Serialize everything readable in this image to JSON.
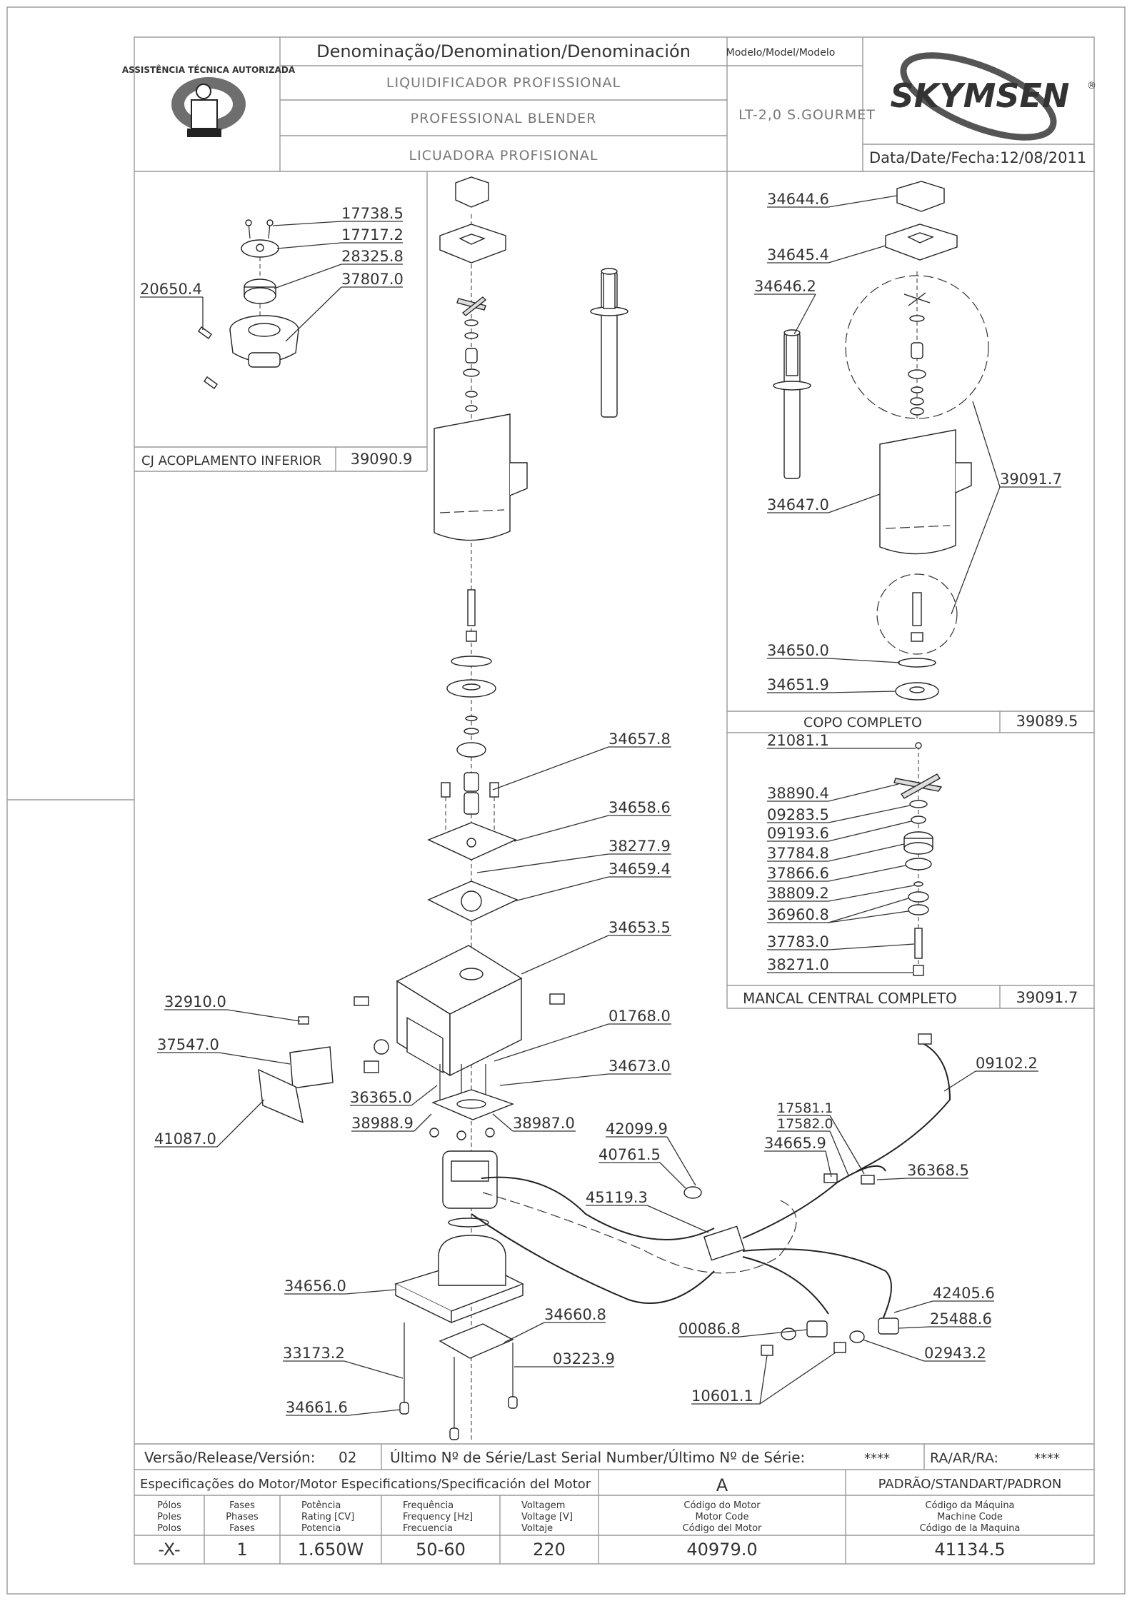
{
  "header": {
    "denomination_title": "Denominação/Denomination/Denominación",
    "name_pt": "LIQUIDIFICADOR PROFISSIONAL",
    "name_en": "PROFESSIONAL BLENDER",
    "name_es": "LICUADORA PROFISIONAL",
    "model_label": "Modelo/Model/Modelo",
    "model_value": "LT-2,0 S.GOURMET",
    "brand": "SKYMSEN",
    "brand_mark": "®",
    "date_label": "Data/Date/Fecha:",
    "date_value": "12/08/2011",
    "seal_text_top": "ASSISTÊNCIA TÉCNICA AUTORIZADA"
  },
  "lower_coupling": {
    "title": "CJ ACOPLAMENTO INFERIOR",
    "code": "39090.9",
    "parts": [
      "17738.5",
      "17717.2",
      "28325.8",
      "37807.0",
      "20650.4"
    ]
  },
  "complete_cup": {
    "title": "COPO COMPLETO",
    "code": "39089.5",
    "parts": [
      "34644.6",
      "34645.4",
      "34646.2",
      "39091.7",
      "34647.0",
      "34650.0",
      "34651.9"
    ]
  },
  "central_bearing": {
    "title": "MANCAL CENTRAL COMPLETO",
    "code": "39091.7",
    "parts": [
      "21081.1",
      "38890.4",
      "09283.5",
      "09193.6",
      "37784.8",
      "37866.6",
      "38809.2",
      "36960.8",
      "37783.0",
      "38271.0"
    ]
  },
  "main_parts": {
    "p34657": "34657.8",
    "p34658": "34658.6",
    "p38277": "38277.9",
    "p34659": "34659.4",
    "p34653": "34653.5",
    "p32910": "32910.0",
    "p37547": "37547.0",
    "p01768": "01768.0",
    "p34673": "34673.0",
    "p36365": "36365.0",
    "p38988": "38988.9",
    "p38987": "38987.0",
    "p41087": "41087.0",
    "p09102": "09102.2",
    "p17581": "17581.1",
    "p17582": "17582.0",
    "p34665": "34665.9",
    "p36368": "36368.5",
    "p42099": "42099.9",
    "p40761": "40761.5",
    "p45119": "45119.3",
    "p34656": "34656.0",
    "p34660": "34660.8",
    "p42405": "42405.6",
    "p25488": "25488.6",
    "p00086": "00086.8",
    "p33173": "33173.2",
    "p03223": "03223.9",
    "p02943": "02943.2",
    "p10601": "10601.1",
    "p34661": "34661.6"
  },
  "footer": {
    "version_label": "Versão/Release/Versión:",
    "version_value": "02",
    "serial_label": "Último Nº de Série/Last Serial Number/Último Nº de Série:",
    "serial_value": "****",
    "ra_label": "RA/AR/RA:",
    "ra_value": "****",
    "motor_spec_label": "Especificações do Motor/Motor Especifications/Specificación del Motor",
    "standard_label": "PADRÃO/STANDART/PADRON",
    "motor_code_letter": "A",
    "columns": [
      {
        "l1": "Pólos",
        "l2": "Poles",
        "l3": "Polos",
        "value": "-X-"
      },
      {
        "l1": "Fases",
        "l2": "Phases",
        "l3": "Fases",
        "value": "1"
      },
      {
        "l1": "Potência",
        "l2": "Rating [CV]",
        "l3": "Potencia",
        "value": "1.650W"
      },
      {
        "l1": "Frequência",
        "l2": "Frequency [Hz]",
        "l3": "Frecuencia",
        "value": "50-60"
      },
      {
        "l1": "Voltagem",
        "l2": "Voltage [V]",
        "l3": "Voltaje",
        "value": "220"
      },
      {
        "l1": "Código do Motor",
        "l2": "Motor Code",
        "l3": "Código del Motor",
        "value": "40979.0"
      },
      {
        "l1": "Código da Máquina",
        "l2": "Machine Code",
        "l3": "Código de la Maquina",
        "value": "41134.5"
      }
    ]
  },
  "colors": {
    "line": "#333333",
    "frame": "#999999",
    "muted": "#777777",
    "ghost": "#aaaaaa"
  }
}
